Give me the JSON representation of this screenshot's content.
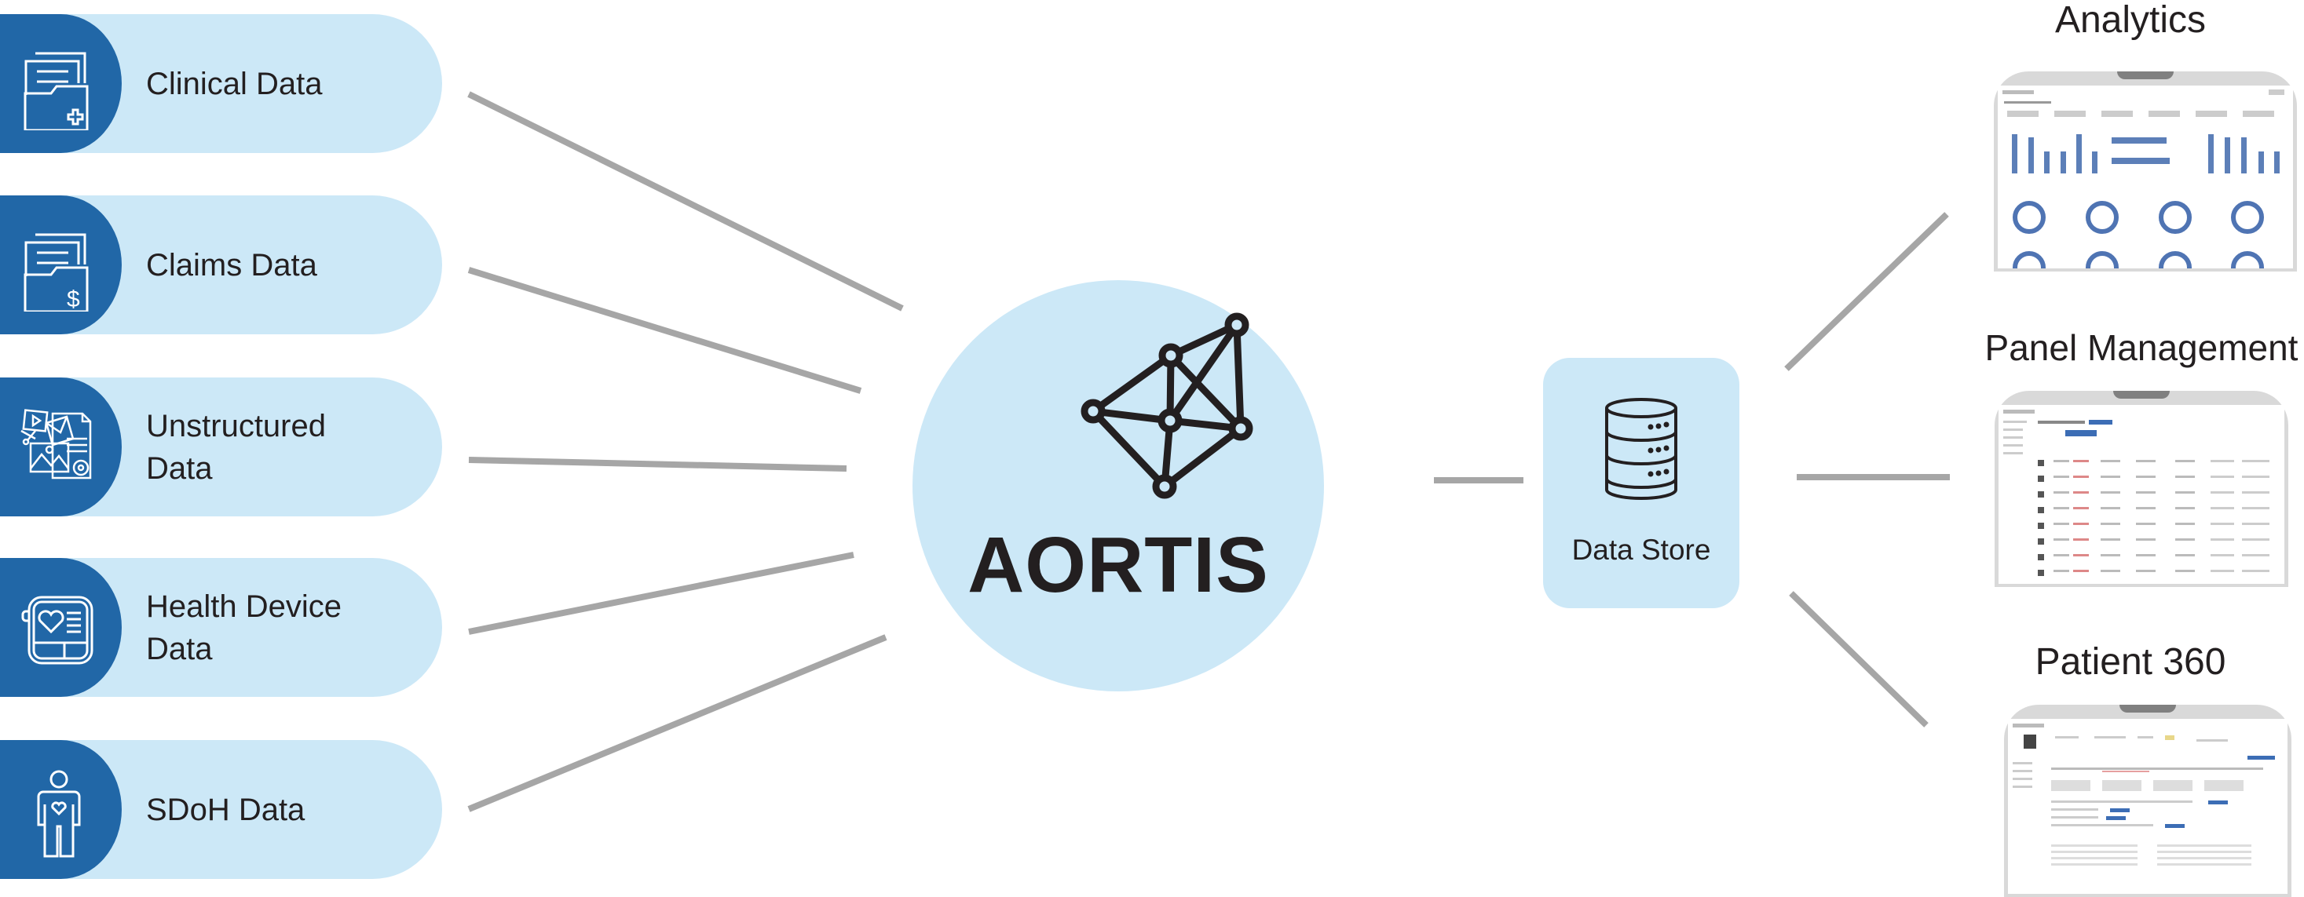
{
  "sources": [
    {
      "label_lines": [
        "Clinical Data"
      ],
      "icon": "clinical-folder-icon"
    },
    {
      "label_lines": [
        "Claims Data"
      ],
      "icon": "claims-folder-icon"
    },
    {
      "label_lines": [
        "Unstructured",
        "Data"
      ],
      "icon": "unstructured-media-icon"
    },
    {
      "label_lines": [
        "Health Device",
        "Data"
      ],
      "icon": "health-device-icon"
    },
    {
      "label_lines": [
        "SDoH Data"
      ],
      "icon": "person-heart-icon"
    }
  ],
  "hub": {
    "title": "AORTIS",
    "icon": "network-graph-icon"
  },
  "store": {
    "label": "Data Store",
    "icon": "database-icon"
  },
  "outputs": [
    {
      "title": "Analytics"
    },
    {
      "title": "Panel Management"
    },
    {
      "title": "Patient 360"
    }
  ],
  "colors": {
    "light_blue": "#cce8f7",
    "dark_blue": "#2167a7",
    "connector": "#a6a6a6",
    "text": "#231f20"
  }
}
